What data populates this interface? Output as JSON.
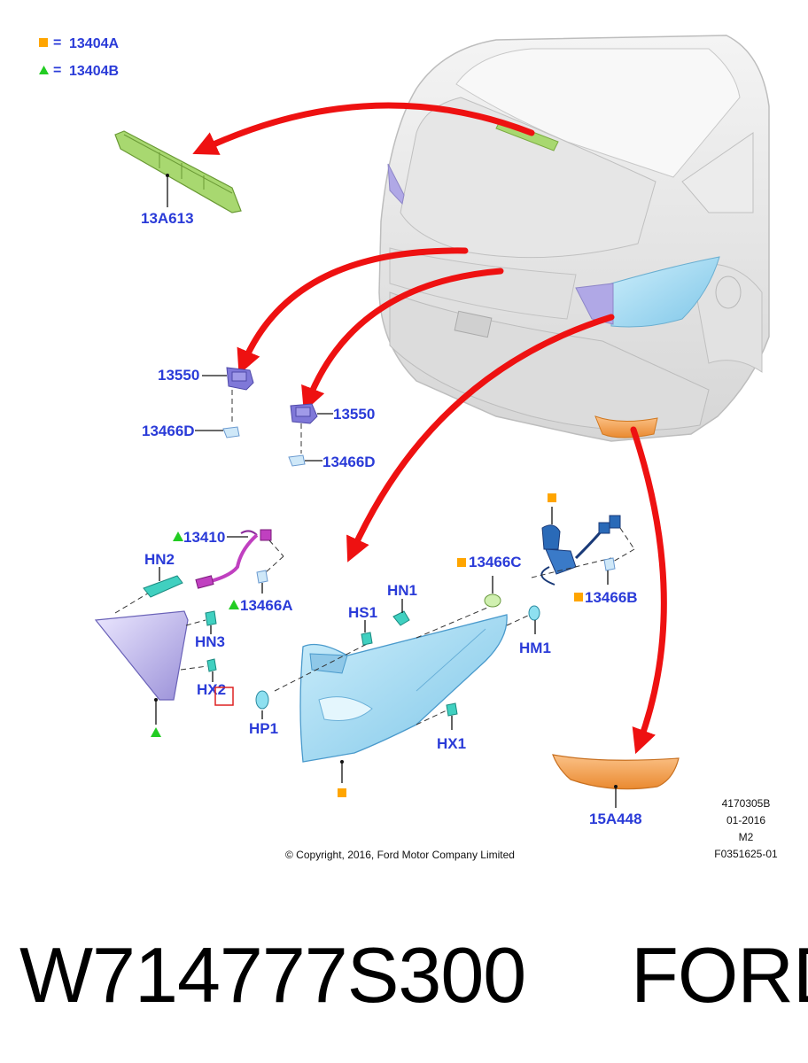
{
  "legend": {
    "square_label": "13404A",
    "triangle_label": "13404B",
    "equals": "=",
    "square_color": "#ffa500",
    "triangle_color": "#22cc22"
  },
  "parts": {
    "brake_lamp": "13A613",
    "lamp_left": "13550",
    "lamp_right": "13550",
    "bulb_left": "13466D",
    "bulb_right": "13466D",
    "harness_13410": "13410",
    "bulb_13466a": "13466A",
    "hn2": "HN2",
    "hn3": "HN3",
    "hx2": "HX2",
    "hs1": "HS1",
    "hn1": "HN1",
    "hp1": "HP1",
    "hx1": "HX1",
    "hm1": "HM1",
    "bulb_13466c": "13466C",
    "bulb_13466b": "13466B",
    "reflector": "15A448"
  },
  "doc_info": {
    "number": "4170305B",
    "date": "01-2016",
    "rev": "M2",
    "figure": "F0351625-01"
  },
  "copyright": "© Copyright, 2016, Ford Motor Company Limited",
  "footer": {
    "part_number": "W714777S300",
    "brand": "FORD"
  },
  "colors": {
    "label_blue": "#2a3bd8",
    "arrow_red": "#ee1111",
    "lamp_blue": "#a8dcf4",
    "lamp_purple": "#c8c0f0",
    "reflector_orange": "#f5a050",
    "brake_green": "#a8d870"
  }
}
